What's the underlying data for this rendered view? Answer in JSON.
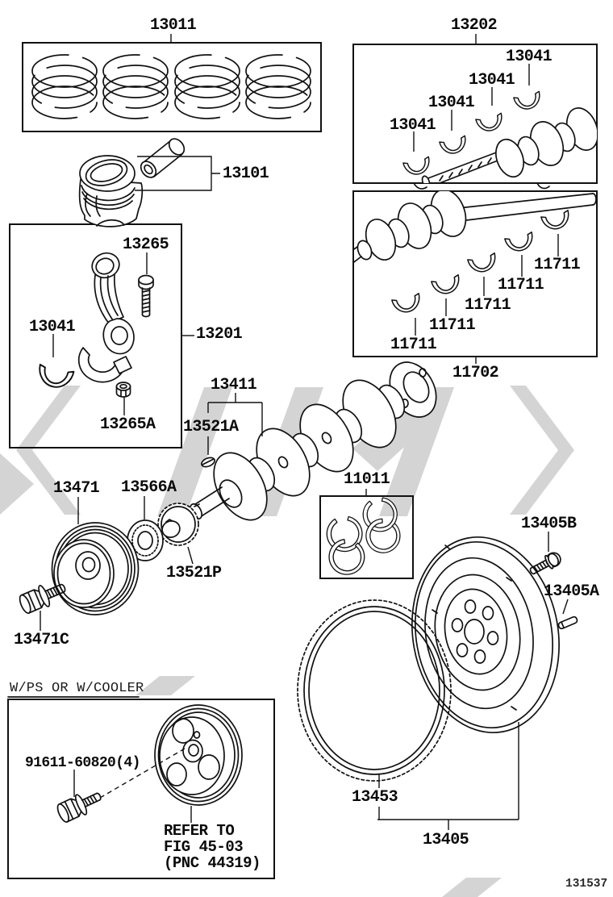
{
  "figure": {
    "code": "131537"
  },
  "notes": {
    "variant": "W/PS OR W/COOLER",
    "refer_line1": "REFER TO",
    "refer_line2": "FIG 45-03",
    "refer_line3": "(PNC 44319)"
  },
  "parts": {
    "p13011": "13011",
    "p13202": "13202",
    "p13101": "13101",
    "p13041": "13041",
    "p13265": "13265",
    "p13201": "13201",
    "p13265A": "13265A",
    "p11711": "11711",
    "p11702": "11702",
    "p13411": "13411",
    "p13521A": "13521A",
    "p11011": "11011",
    "p13471": "13471",
    "p13566A": "13566A",
    "p13521P": "13521P",
    "p13471C": "13471C",
    "p13405B": "13405B",
    "p13405A": "13405A",
    "p13453": "13453",
    "p13405": "13405",
    "p91611": "91611-60820(4)"
  },
  "colors": {
    "line": "#111111",
    "watermark": "#d4d4d4",
    "background": "#ffffff"
  }
}
